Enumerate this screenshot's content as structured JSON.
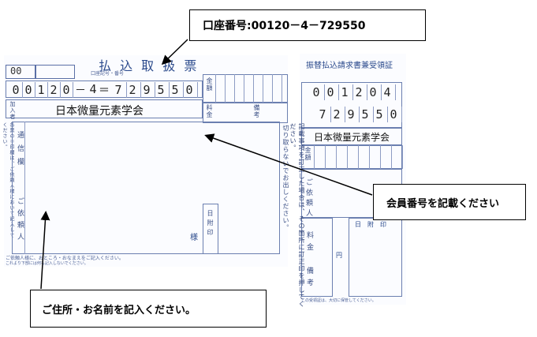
{
  "callouts": {
    "account_number": "口座番号:00120－4－729550",
    "member_number": "会員番号を記載ください",
    "address_name": "ご住所・お名前を記入ください。"
  },
  "main_form": {
    "title": "払 込 取 扱 票",
    "code_box": "00",
    "account_digits_left": [
      "0",
      "0",
      "1",
      "2",
      "0"
    ],
    "account_digit_mid": "4",
    "account_digits_right": [
      "7",
      "2",
      "9",
      "5",
      "5",
      "0"
    ],
    "recipient_label": "加入者",
    "recipient_name": "日本微量元素学会",
    "amount_label": "金額",
    "fee_label": "料金",
    "remarks_label": "備考",
    "memo_label": "通信欄",
    "requester_label": "ご依頼人",
    "day_label": "日附印",
    "sama": "様",
    "footer_line1": "ご依頼人様に、おところ・おなまえをご記入ください。",
    "footer_line2": "これより下部には何も記入しないでください。",
    "cut_note": "切り取らないでお出しください。"
  },
  "receipt": {
    "title": "振替払込請求書兼受領証",
    "account_digits_top": [
      "0",
      "0",
      "1",
      "2",
      "0",
      "4"
    ],
    "account_digits_bottom": [
      "7",
      "2",
      "9",
      "5",
      "5",
      "0"
    ],
    "recipient_name": "日本微量元素学会",
    "amount_label": "金額",
    "requester_label": "ご依頼人",
    "fee_label": "料金",
    "remarks_label": "備考",
    "day_label": "日　附　印",
    "yen": "円",
    "side_note": "記載事項を訂正した場合は、その箇所に訂正印を押してください。",
    "footer": "この受領証は、大切に保管してください。"
  }
}
